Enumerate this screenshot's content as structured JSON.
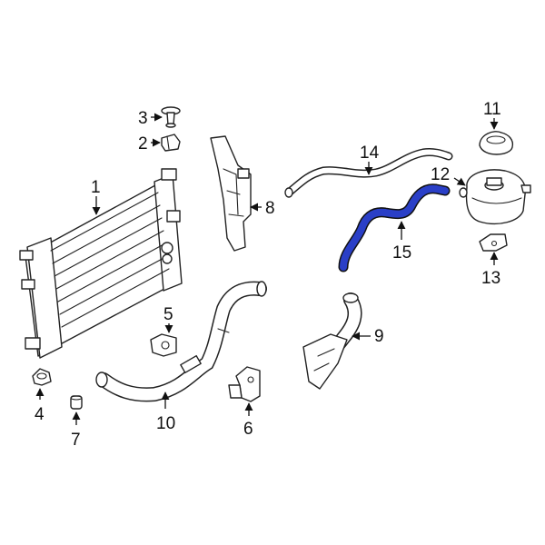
{
  "callouts": {
    "c1": "1",
    "c2": "2",
    "c3": "3",
    "c4": "4",
    "c5": "5",
    "c6": "6",
    "c7": "7",
    "c8": "8",
    "c9": "9",
    "c10": "10",
    "c11": "11",
    "c12": "12",
    "c13": "13",
    "c14": "14",
    "c15": "15"
  },
  "colors": {
    "highlight": "#2a3fc7",
    "line": "#222222",
    "background": "#ffffff"
  },
  "highlighted_part": "15"
}
